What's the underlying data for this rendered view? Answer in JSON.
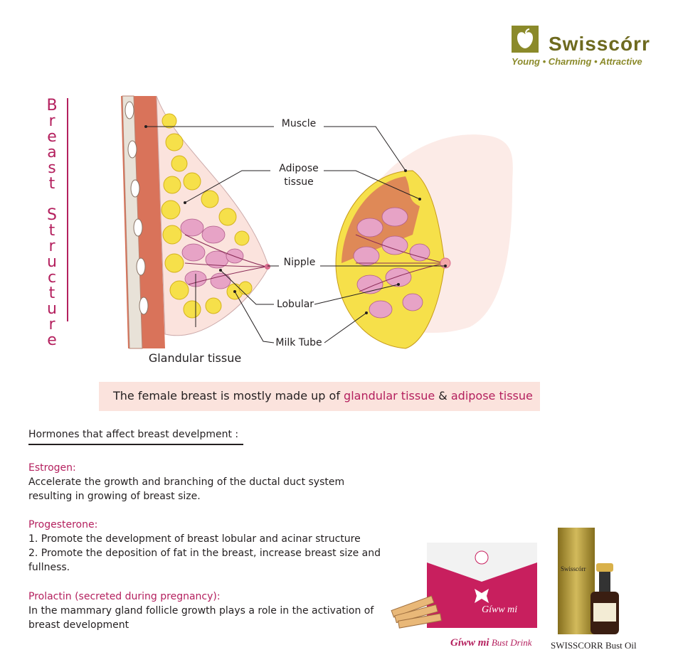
{
  "brand": {
    "name": "Swisscórr",
    "tagline": "Young • Charming • Attractive",
    "accent_color": "#8b8a2a"
  },
  "side_title": "Breast Structure",
  "diagram": {
    "labels": {
      "muscle": "Muscle",
      "adipose": "Adipose tissue",
      "nipple": "Nipple",
      "lobular": "Lobular",
      "milk_tube": "Milk Tube",
      "glandular": "Glandular tissue"
    }
  },
  "banner": {
    "prefix": "The female breast is mostly made up of",
    "term1": "glandular tissue",
    "join": "&",
    "term2": "adipose tissue"
  },
  "hormones": {
    "title": "Hormones that affect breast develpment :",
    "items": [
      {
        "name": "Estrogen:",
        "lines": [
          "Accelerate the growth and branching of the ductal duct system",
          "resulting in growing of breast size."
        ]
      },
      {
        "name": "Progesterone:",
        "lines": [
          "1. Promote the development of breast lobular and acinar structure",
          "2. Promote the deposition of fat in the breast, increase breast size and",
          "fullness."
        ]
      },
      {
        "name": "Prolactin (secreted during pregnancy):",
        "lines": [
          "In the mammary gland follicle growth plays a role in the activation of",
          "breast development"
        ]
      }
    ]
  },
  "products": {
    "drink": {
      "box_text": "Gíww mi",
      "caption_brand": "Gíww mi",
      "caption_rest": "Bust Drink"
    },
    "oil": {
      "box_text": "Swisscórr",
      "caption": "SWISSCORR Bust Oil"
    }
  },
  "colors": {
    "magenta": "#b4205e",
    "banner_bg": "#fbe3dd",
    "tissue_yellow": "#f6e04a",
    "gland_pink": "#e7a3c6",
    "muscle": "#d9735a"
  }
}
